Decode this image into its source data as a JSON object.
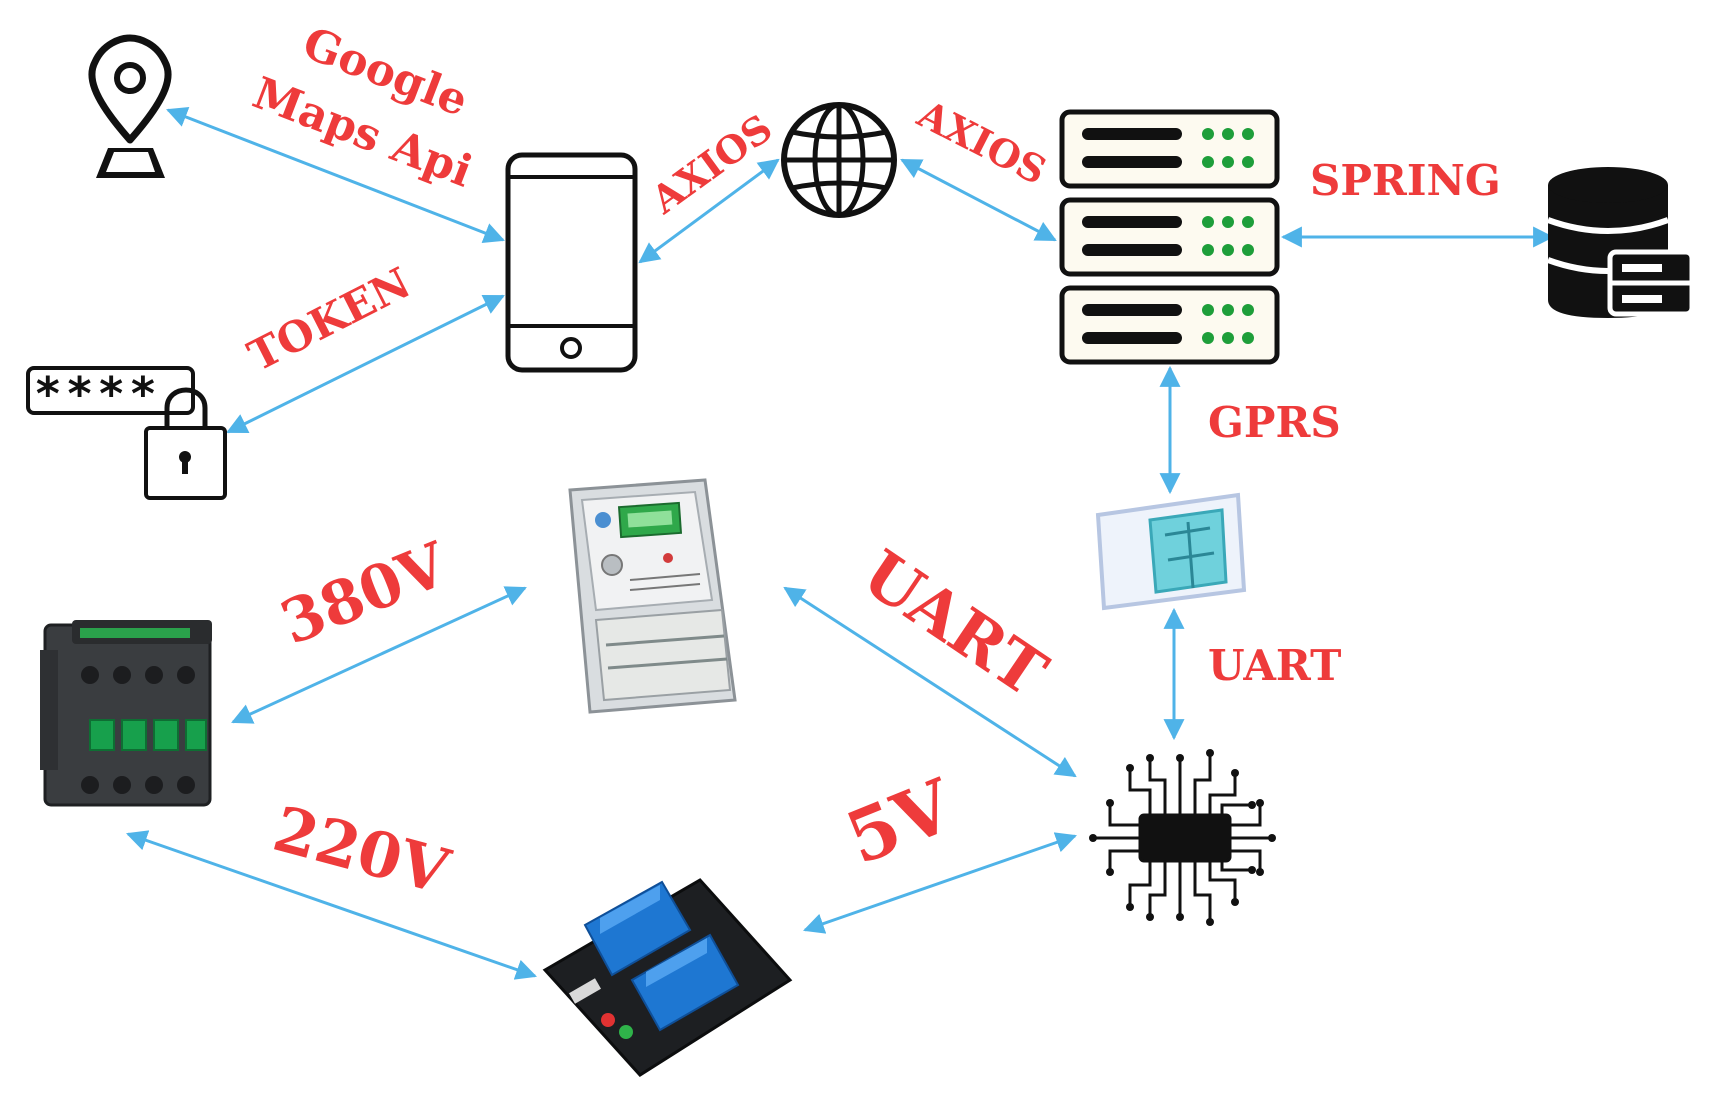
{
  "labels": {
    "google": "Google",
    "maps_api": "Maps Api",
    "token": "TOKEN",
    "axios_left": "AXIOS",
    "axios_right": "AXIOS",
    "spring": "SPRING",
    "gprs": "GPRS",
    "uart_sim": "UART",
    "uart_meter": "UART",
    "v380": "380V",
    "v220": "220V",
    "v5": "5V",
    "password_mask": "****"
  },
  "icons": [
    "map-pin-icon",
    "password-lock-icon",
    "smartphone-icon",
    "globe-icon",
    "server-rack-icon",
    "database-icon",
    "sim-card-icon",
    "microcontroller-chip-icon",
    "electric-meter-icon",
    "contactor-icon",
    "relay-module-icon"
  ],
  "colors": {
    "label": "#ee3b3b",
    "connector": "#4fb3e8"
  }
}
